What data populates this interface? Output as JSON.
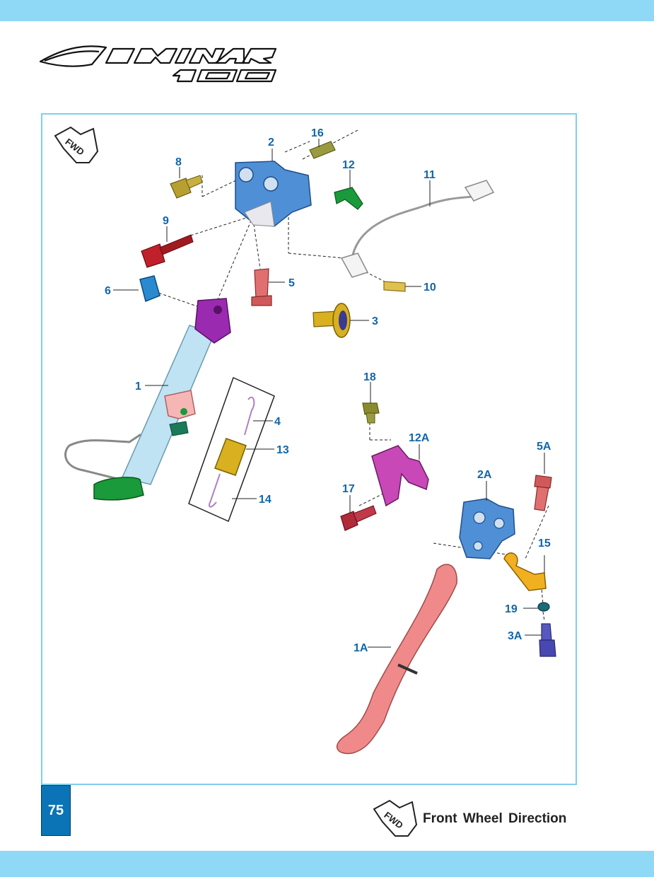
{
  "header": {
    "logo_text": "DOMINAR 400"
  },
  "page": {
    "number": "75"
  },
  "fwd_badge": {
    "text": "FWD"
  },
  "legend": {
    "icon_text": "FWD",
    "text": "Front Wheel Direction"
  },
  "parts": {
    "p1": "1",
    "p1a": "1A",
    "p2": "2",
    "p2a": "2A",
    "p3": "3",
    "p3a": "3A",
    "p4": "4",
    "p5": "5",
    "p5a": "5A",
    "p6": "6",
    "p8": "8",
    "p9": "9",
    "p10": "10",
    "p11": "11",
    "p12": "12",
    "p12a": "12A",
    "p13": "13",
    "p14": "14",
    "p15": "15",
    "p16": "16",
    "p17": "17",
    "p18": "18",
    "p19": "19"
  },
  "colors": {
    "band": "#8fd8f6",
    "frame": "#7fd0ec",
    "label": "#1166aa",
    "page_box": "#0a74b6",
    "bracket_blue": "#4f8fd6",
    "stand_pink": "#f08a8a",
    "stand_tube": "#bfe3f3",
    "purple": "#9a2ab0",
    "green": "#1a9a3a",
    "bolt_red": "#c0202a",
    "gold": "#d8b020",
    "magenta": "#c848b8",
    "orange": "#f0b020",
    "navy": "#4848b0"
  }
}
